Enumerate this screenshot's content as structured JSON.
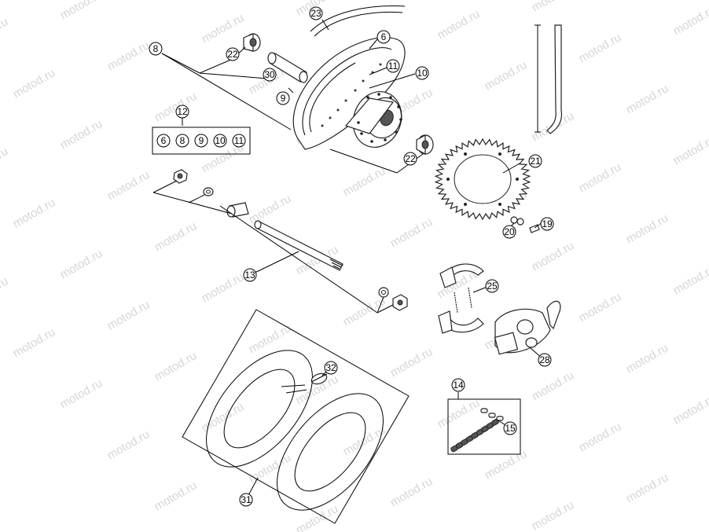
{
  "diagram": {
    "watermark_text": "motod.ru",
    "callouts": {
      "c23": "23",
      "c6": "6",
      "c8": "8",
      "c22a": "22",
      "c22b": "22",
      "c11": "11",
      "c10": "10",
      "c30": "30",
      "c9": "9",
      "c12": "12",
      "c21": "21",
      "c20": "20",
      "c19": "19",
      "c13": "13",
      "c25": "25",
      "c28": "28",
      "c32": "32",
      "c14": "14",
      "c15": "15",
      "c31": "31"
    },
    "kit_items": [
      "6",
      "8",
      "9",
      "10",
      "11"
    ]
  }
}
